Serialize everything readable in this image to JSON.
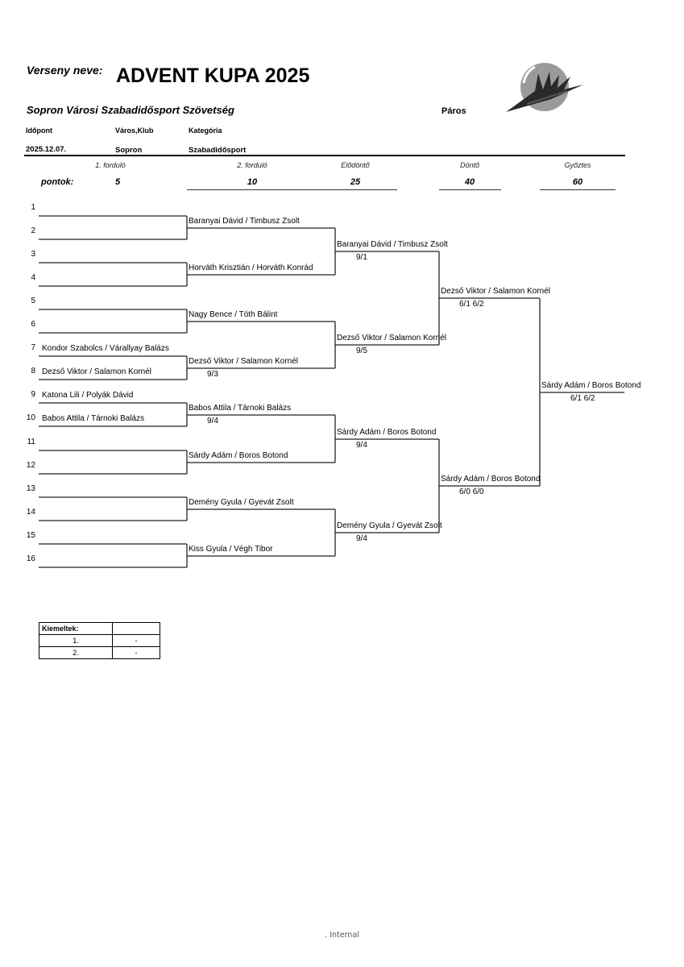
{
  "header": {
    "competition_label": "Verseny neve:",
    "competition_name": "ADVENT KUPA 2025",
    "organizer": "Sopron Városi Szabadidősport Szövetség",
    "format": "Páros",
    "date_label": "Időpont",
    "city_label": "Város,Klub",
    "category_label": "Kategória",
    "date": "2025.12.07.",
    "city": "Sopron",
    "category": "Szabadidősport",
    "logo": "mfsz-logo"
  },
  "rounds": [
    {
      "label": "1. forduló",
      "points": "5"
    },
    {
      "label": "2. forduló",
      "points": "10"
    },
    {
      "label": "Elődöntő",
      "points": "25"
    },
    {
      "label": "Döntő",
      "points": "40"
    },
    {
      "label": "Győztes",
      "points": "60"
    }
  ],
  "points_label": "pontok:",
  "round1": [
    {
      "num": "1",
      "name": ""
    },
    {
      "num": "2",
      "name": ""
    },
    {
      "num": "3",
      "name": ""
    },
    {
      "num": "4",
      "name": ""
    },
    {
      "num": "5",
      "name": ""
    },
    {
      "num": "6",
      "name": ""
    },
    {
      "num": "7",
      "name": "Kondor Szabolcs / Várallyay Balázs"
    },
    {
      "num": "8",
      "name": "Dezső Viktor / Salamon Kornél"
    },
    {
      "num": "9",
      "name": "Katona Lili / Polyák Dávid"
    },
    {
      "num": "10",
      "name": "Babos Attila / Tárnoki Balázs"
    },
    {
      "num": "11",
      "name": ""
    },
    {
      "num": "12",
      "name": ""
    },
    {
      "num": "13",
      "name": ""
    },
    {
      "num": "14",
      "name": ""
    },
    {
      "num": "15",
      "name": ""
    },
    {
      "num": "16",
      "name": ""
    }
  ],
  "round2": [
    {
      "name": "Baranyai Dávid / Timbusz Zsolt",
      "score": ""
    },
    {
      "name": "Horváth Krisztián / Horváth Konrád",
      "score": ""
    },
    {
      "name": "Nagy Bence / Tóth Bálint",
      "score": ""
    },
    {
      "name": "Dezső Viktor / Salamon Kornél",
      "score": "9/3"
    },
    {
      "name": "Babos Attila / Tárnoki Balázs",
      "score": "9/4"
    },
    {
      "name": "Sárdy Adám / Boros Botond",
      "score": ""
    },
    {
      "name": "Demény Gyula / Gyevát Zsolt",
      "score": ""
    },
    {
      "name": "Kiss Gyula / Végh Tibor",
      "score": ""
    }
  ],
  "semis_entry": [
    {
      "name": "Baranyai Dávid / Timbusz Zsolt",
      "score": "9/1"
    },
    {
      "name": "Dezső Viktor / Salamon Kornél",
      "score": "9/5"
    },
    {
      "name": "Sárdy Adám / Boros Botond",
      "score": "9/4"
    },
    {
      "name": "Demény Gyula / Gyevát Zsolt",
      "score": "9/4"
    }
  ],
  "final_entry": [
    {
      "name": "Dezső Viktor / Salamon Kornél",
      "score": "6/1 6/2"
    },
    {
      "name": "Sárdy Adám / Boros Botond",
      "score": "6/0 6/0"
    }
  ],
  "winner": {
    "name": "Sárdy Adám / Boros Botond",
    "score": "6/1 6/2"
  },
  "seeds": {
    "title": "Kiemeltek:",
    "rows": [
      {
        "rank": "1.",
        "name": "-"
      },
      {
        "rank": "2.",
        "name": "-"
      }
    ]
  },
  "footer": ". Internal"
}
